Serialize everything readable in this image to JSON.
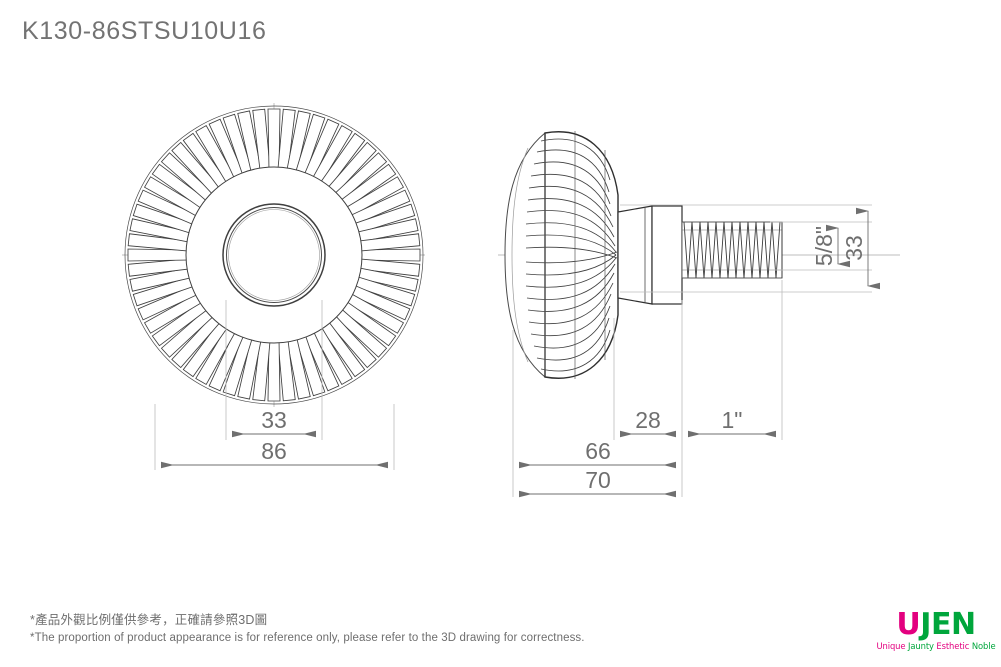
{
  "drawing": {
    "title": "K130-86STSU10U16",
    "views": [
      {
        "name": "front-view",
        "description": "knurled round knob face with central bore"
      },
      {
        "name": "side-view",
        "description": "knurled dome knob with neck and threaded stem"
      }
    ]
  },
  "dimensions": {
    "front_inner_diameter": "33",
    "front_outer_diameter": "86",
    "side_neck_length": "28",
    "side_body_length": "66",
    "side_total_length": "70",
    "thread_length": "1\"",
    "thread_diameter": "5/8\"",
    "knob_height": "33"
  },
  "footer": {
    "note_cn": "*產品外觀比例僅供參考，正確請參照3D圖",
    "note_en": "*The proportion of product appearance is for reference only, please refer to the 3D drawing for correctness."
  },
  "logo": {
    "letter_u": "U",
    "letter_j": "J",
    "letter_e": "E",
    "letter_n": "N",
    "tagline_unique": "Unique",
    "tagline_jaunty": "Jaunty",
    "tagline_esthetic": "Esthetic",
    "tagline_noble": "Noble",
    "color_magenta": "#e3007f",
    "color_green": "#00a63c"
  },
  "style": {
    "line_color": "#4a4a4a",
    "center_line_color": "#b8b8b8",
    "dim_color": "#6f6f6f",
    "background": "#ffffff"
  }
}
